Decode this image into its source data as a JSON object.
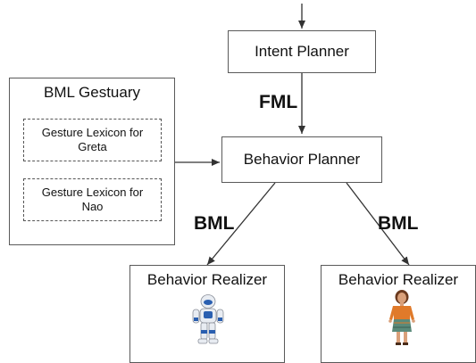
{
  "diagram": {
    "intent_planner": "Intent Planner",
    "behavior_planner": "Behavior Planner",
    "gestuary": {
      "title": "BML Gestuary",
      "lexicon_greta": "Gesture Lexicon for Greta",
      "lexicon_nao": "Gesture Lexicon for Nao"
    },
    "realizer_left": "Behavior Realizer",
    "realizer_right": "Behavior Realizer",
    "edge_fml": "FML",
    "edge_bml_left": "BML",
    "edge_bml_right": "BML"
  },
  "colors": {
    "border": "#5a5a5a",
    "arrow": "#333333",
    "robot_white": "#e8ecf2",
    "robot_blue": "#2a5fb0",
    "avatar_skin": "#d9a07a",
    "avatar_hair": "#6b3a1e",
    "avatar_top": "#e07a2a",
    "avatar_skirt": "#5a8a7a"
  },
  "icons": [
    "nao-robot-icon",
    "greta-avatar-icon"
  ]
}
